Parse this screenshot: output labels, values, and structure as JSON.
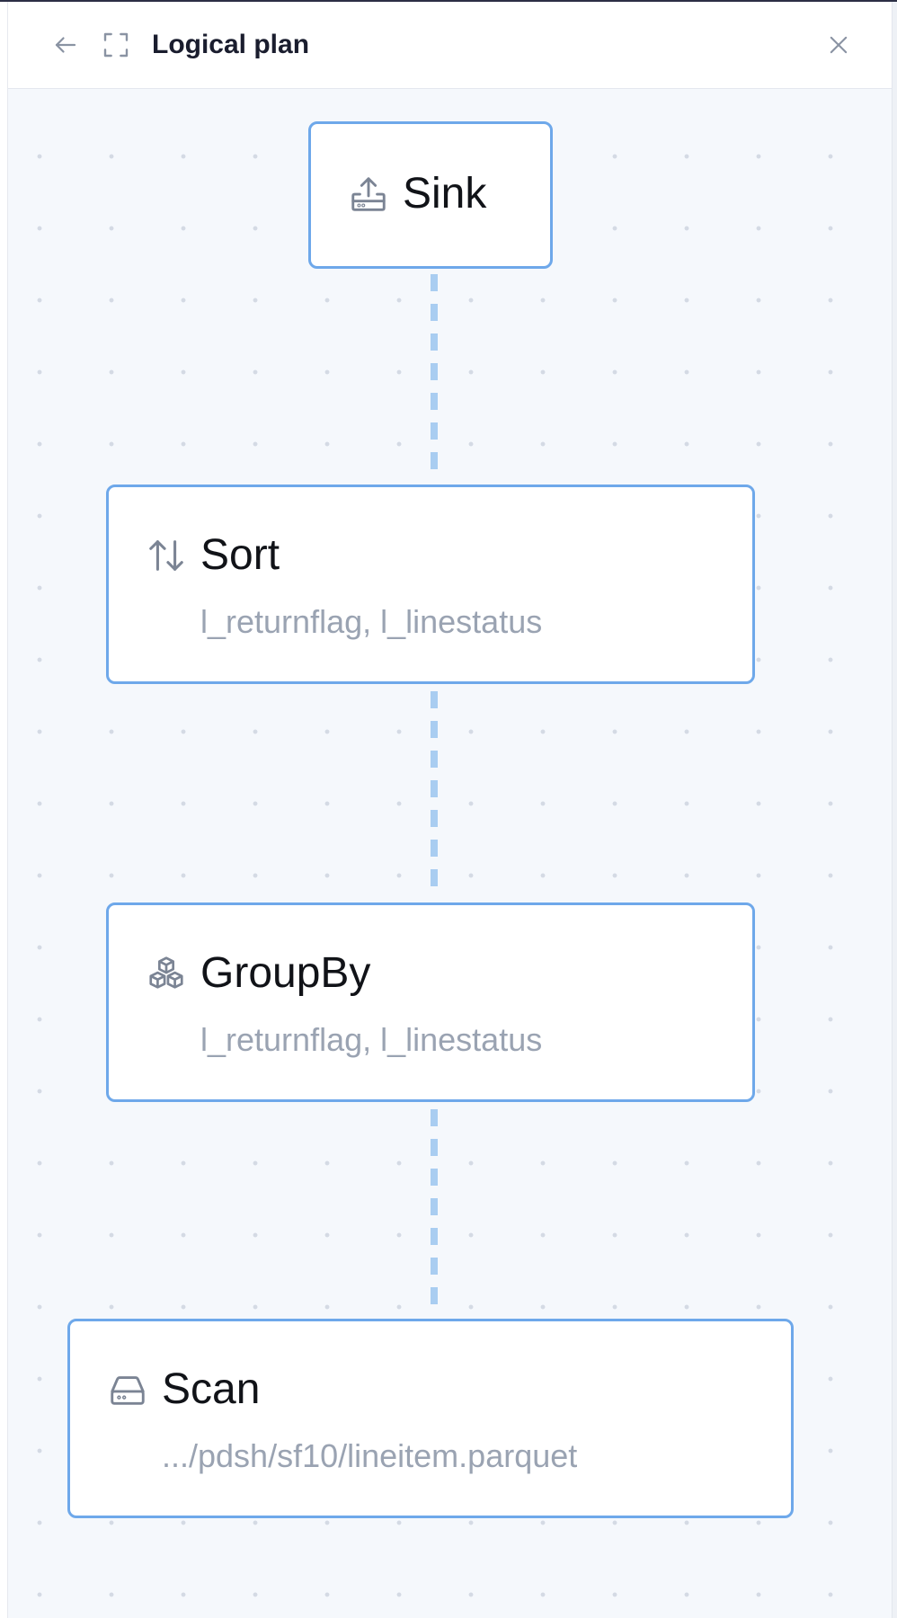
{
  "header": {
    "title": "Logical plan",
    "back_icon": "arrow-left-icon",
    "expand_icon": "expand-corners-icon",
    "close_icon": "close-icon"
  },
  "nodes": [
    {
      "id": "sink",
      "label": "Sink",
      "detail": "",
      "icon": "upload-tray-icon"
    },
    {
      "id": "sort",
      "label": "Sort",
      "detail": "l_returnflag, l_linestatus",
      "icon": "sort-arrows-icon"
    },
    {
      "id": "groupby",
      "label": "GroupBy",
      "detail": "l_returnflag, l_linestatus",
      "icon": "cubes-icon"
    },
    {
      "id": "scan",
      "label": "Scan",
      "detail": ".../pdsh/sf10/lineitem.parquet",
      "icon": "hard-drive-icon"
    }
  ],
  "colors": {
    "node_border": "#6ea8ea",
    "edge": "#a9cdf1",
    "canvas_bg": "#f5f8fc",
    "detail_text": "#9aa3b2",
    "title_text": "#1a1d2e"
  }
}
